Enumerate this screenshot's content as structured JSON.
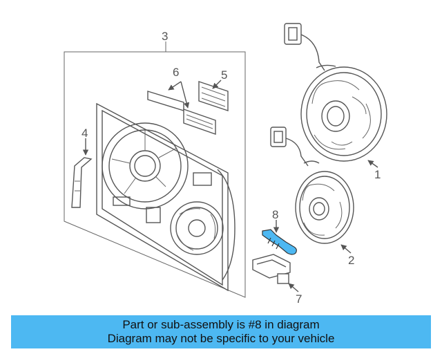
{
  "callouts": {
    "c1": "1",
    "c2": "2",
    "c3": "3",
    "c4": "4",
    "c5": "5",
    "c6": "6",
    "c7": "7",
    "c8": "8"
  },
  "highlight_color": "#4db8f2",
  "banner": {
    "line1": "Part or sub-assembly is #8 in diagram",
    "line2": "Diagram may not be specific to your vehicle"
  }
}
